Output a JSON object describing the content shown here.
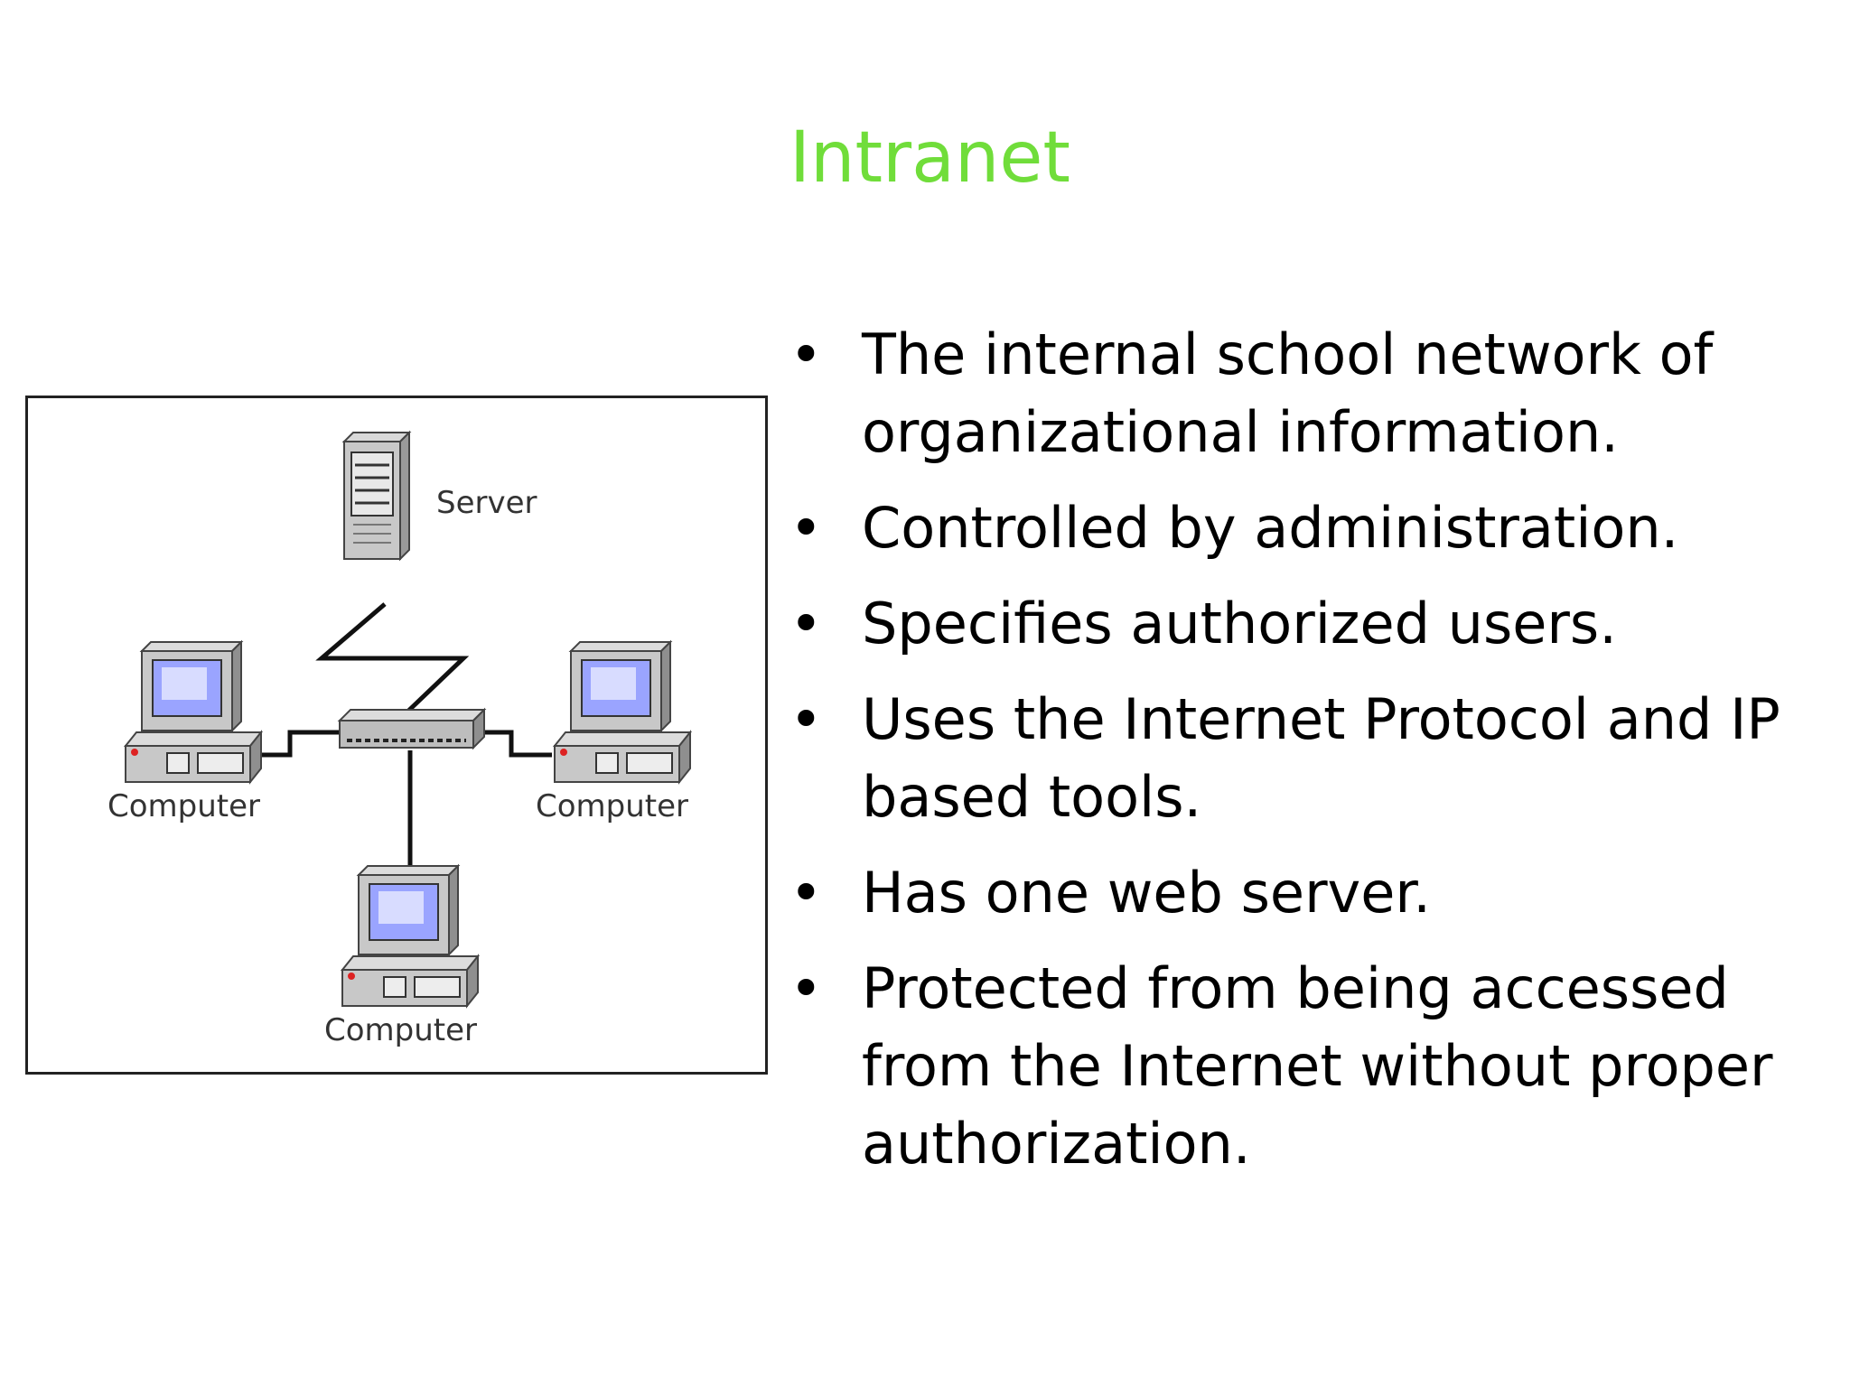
{
  "slide": {
    "title": "Intranet",
    "title_color": "#70dd3a",
    "bullets": [
      "The internal school network of organizational information.",
      "Controlled by administration.",
      "Specifies authorized users.",
      "Uses the Internet Protocol and IP based tools.",
      "Has one web server.",
      "Protected from being accessed from the Internet without proper authorization."
    ],
    "bullet_symbol": "•"
  },
  "diagram": {
    "server_label": "Server",
    "computer_left_label": "Computer",
    "computer_right_label": "Computer",
    "computer_bottom_label": "Computer",
    "icons": [
      "server-icon",
      "hub-icon",
      "computer-icon",
      "lightning-link-icon"
    ]
  }
}
